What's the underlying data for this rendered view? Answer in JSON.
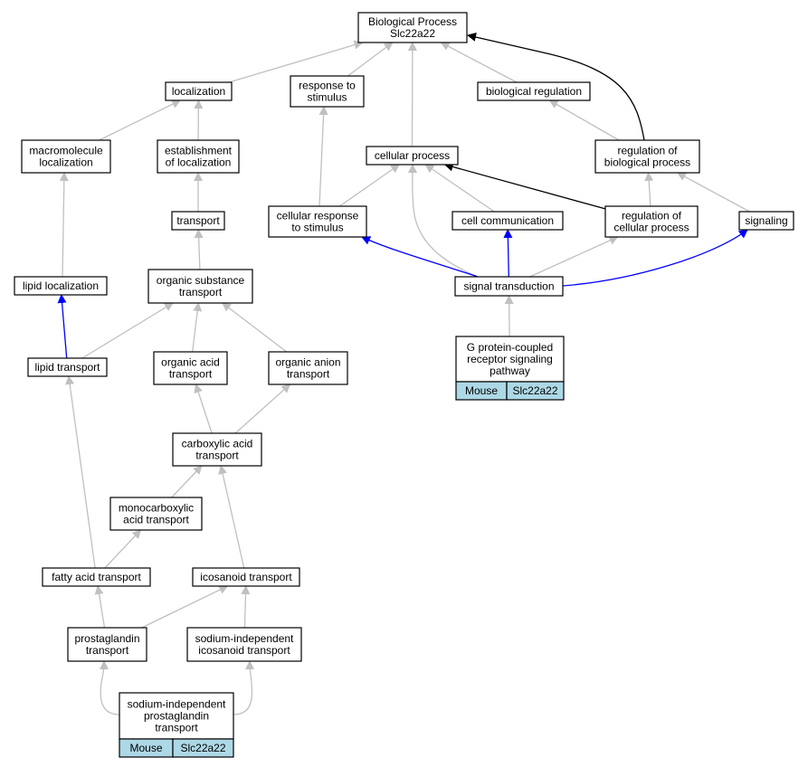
{
  "colors": {
    "is_a": "#c0c0c0",
    "part_of": "#0000ff",
    "regulates": "#000000",
    "gene_cell": "#add8e6"
  },
  "nodes": {
    "biological_process": {
      "lines": [
        "Biological Process",
        "Slc22a22"
      ]
    },
    "localization": {
      "lines": [
        "localization"
      ]
    },
    "response_to_stimulus": {
      "lines": [
        "response to",
        "stimulus"
      ]
    },
    "biological_regulation": {
      "lines": [
        "biological regulation"
      ]
    },
    "macromolecule_localization": {
      "lines": [
        "macromolecule",
        "localization"
      ]
    },
    "establishment_of_localization": {
      "lines": [
        "establishment",
        "of localization"
      ]
    },
    "cellular_process": {
      "lines": [
        "cellular process"
      ]
    },
    "regulation_of_biological_process": {
      "lines": [
        "regulation of",
        "biological process"
      ]
    },
    "transport": {
      "lines": [
        "transport"
      ]
    },
    "cellular_response_to_stimulus": {
      "lines": [
        "cellular response",
        "to stimulus"
      ]
    },
    "cell_communication": {
      "lines": [
        "cell communication"
      ]
    },
    "regulation_of_cellular_process": {
      "lines": [
        "regulation of",
        "cellular process"
      ]
    },
    "signaling": {
      "lines": [
        "signaling"
      ]
    },
    "lipid_localization": {
      "lines": [
        "lipid localization"
      ]
    },
    "organic_substance_transport": {
      "lines": [
        "organic substance",
        "transport"
      ]
    },
    "signal_transduction": {
      "lines": [
        "signal transduction"
      ]
    },
    "gpcr_signaling_pathway": {
      "lines": [
        "G protein-coupled",
        "receptor signaling",
        "pathway"
      ],
      "species": "Mouse",
      "gene": "Slc22a22"
    },
    "lipid_transport": {
      "lines": [
        "lipid transport"
      ]
    },
    "organic_acid_transport": {
      "lines": [
        "organic acid",
        "transport"
      ]
    },
    "organic_anion_transport": {
      "lines": [
        "organic anion",
        "transport"
      ]
    },
    "carboxylic_acid_transport": {
      "lines": [
        "carboxylic acid",
        "transport"
      ]
    },
    "monocarboxylic_acid_transport": {
      "lines": [
        "monocarboxylic",
        "acid transport"
      ]
    },
    "fatty_acid_transport": {
      "lines": [
        "fatty acid transport"
      ]
    },
    "icosanoid_transport": {
      "lines": [
        "icosanoid transport"
      ]
    },
    "prostaglandin_transport": {
      "lines": [
        "prostaglandin",
        "transport"
      ]
    },
    "sodium_independent_icosanoid_transport": {
      "lines": [
        "sodium-independent",
        "icosanoid transport"
      ]
    },
    "sodium_independent_prostaglandin_transport": {
      "lines": [
        "sodium-independent",
        "prostaglandin",
        "transport"
      ],
      "species": "Mouse",
      "gene": "Slc22a22"
    }
  },
  "edges": [
    {
      "from": "localization",
      "to": "biological_process",
      "type": "is_a"
    },
    {
      "from": "response_to_stimulus",
      "to": "biological_process",
      "type": "is_a"
    },
    {
      "from": "cellular_process",
      "to": "biological_process",
      "type": "is_a"
    },
    {
      "from": "biological_regulation",
      "to": "biological_process",
      "type": "is_a"
    },
    {
      "from": "regulation_of_biological_process",
      "to": "biological_process",
      "type": "regulates"
    },
    {
      "from": "macromolecule_localization",
      "to": "localization",
      "type": "is_a"
    },
    {
      "from": "establishment_of_localization",
      "to": "localization",
      "type": "is_a"
    },
    {
      "from": "regulation_of_biological_process",
      "to": "biological_regulation",
      "type": "is_a"
    },
    {
      "from": "transport",
      "to": "establishment_of_localization",
      "type": "is_a"
    },
    {
      "from": "lipid_localization",
      "to": "macromolecule_localization",
      "type": "is_a"
    },
    {
      "from": "cellular_response_to_stimulus",
      "to": "response_to_stimulus",
      "type": "is_a"
    },
    {
      "from": "cellular_response_to_stimulus",
      "to": "cellular_process",
      "type": "is_a"
    },
    {
      "from": "cell_communication",
      "to": "cellular_process",
      "type": "is_a"
    },
    {
      "from": "signal_transduction",
      "to": "cellular_process",
      "type": "is_a"
    },
    {
      "from": "regulation_of_cellular_process",
      "to": "cellular_process",
      "type": "regulates"
    },
    {
      "from": "regulation_of_cellular_process",
      "to": "regulation_of_biological_process",
      "type": "is_a"
    },
    {
      "from": "signaling",
      "to": "regulation_of_biological_process",
      "type": "is_a"
    },
    {
      "from": "signal_transduction",
      "to": "cellular_response_to_stimulus",
      "type": "part_of"
    },
    {
      "from": "signal_transduction",
      "to": "cell_communication",
      "type": "part_of"
    },
    {
      "from": "signal_transduction",
      "to": "regulation_of_cellular_process",
      "type": "is_a"
    },
    {
      "from": "signal_transduction",
      "to": "signaling",
      "type": "part_of"
    },
    {
      "from": "gpcr_signaling_pathway",
      "to": "signal_transduction",
      "type": "is_a"
    },
    {
      "from": "organic_substance_transport",
      "to": "transport",
      "type": "is_a"
    },
    {
      "from": "lipid_transport",
      "to": "lipid_localization",
      "type": "part_of"
    },
    {
      "from": "lipid_transport",
      "to": "organic_substance_transport",
      "type": "is_a"
    },
    {
      "from": "organic_acid_transport",
      "to": "organic_substance_transport",
      "type": "is_a"
    },
    {
      "from": "organic_anion_transport",
      "to": "organic_substance_transport",
      "type": "is_a"
    },
    {
      "from": "carboxylic_acid_transport",
      "to": "organic_acid_transport",
      "type": "is_a"
    },
    {
      "from": "carboxylic_acid_transport",
      "to": "organic_anion_transport",
      "type": "is_a"
    },
    {
      "from": "monocarboxylic_acid_transport",
      "to": "carboxylic_acid_transport",
      "type": "is_a"
    },
    {
      "from": "icosanoid_transport",
      "to": "carboxylic_acid_transport",
      "type": "is_a"
    },
    {
      "from": "fatty_acid_transport",
      "to": "lipid_transport",
      "type": "is_a"
    },
    {
      "from": "fatty_acid_transport",
      "to": "monocarboxylic_acid_transport",
      "type": "is_a"
    },
    {
      "from": "prostaglandin_transport",
      "to": "fatty_acid_transport",
      "type": "is_a"
    },
    {
      "from": "prostaglandin_transport",
      "to": "icosanoid_transport",
      "type": "is_a"
    },
    {
      "from": "sodium_independent_icosanoid_transport",
      "to": "icosanoid_transport",
      "type": "is_a"
    },
    {
      "from": "sodium_independent_prostaglandin_transport",
      "to": "prostaglandin_transport",
      "type": "is_a"
    },
    {
      "from": "sodium_independent_prostaglandin_transport",
      "to": "sodium_independent_icosanoid_transport",
      "type": "is_a"
    }
  ]
}
